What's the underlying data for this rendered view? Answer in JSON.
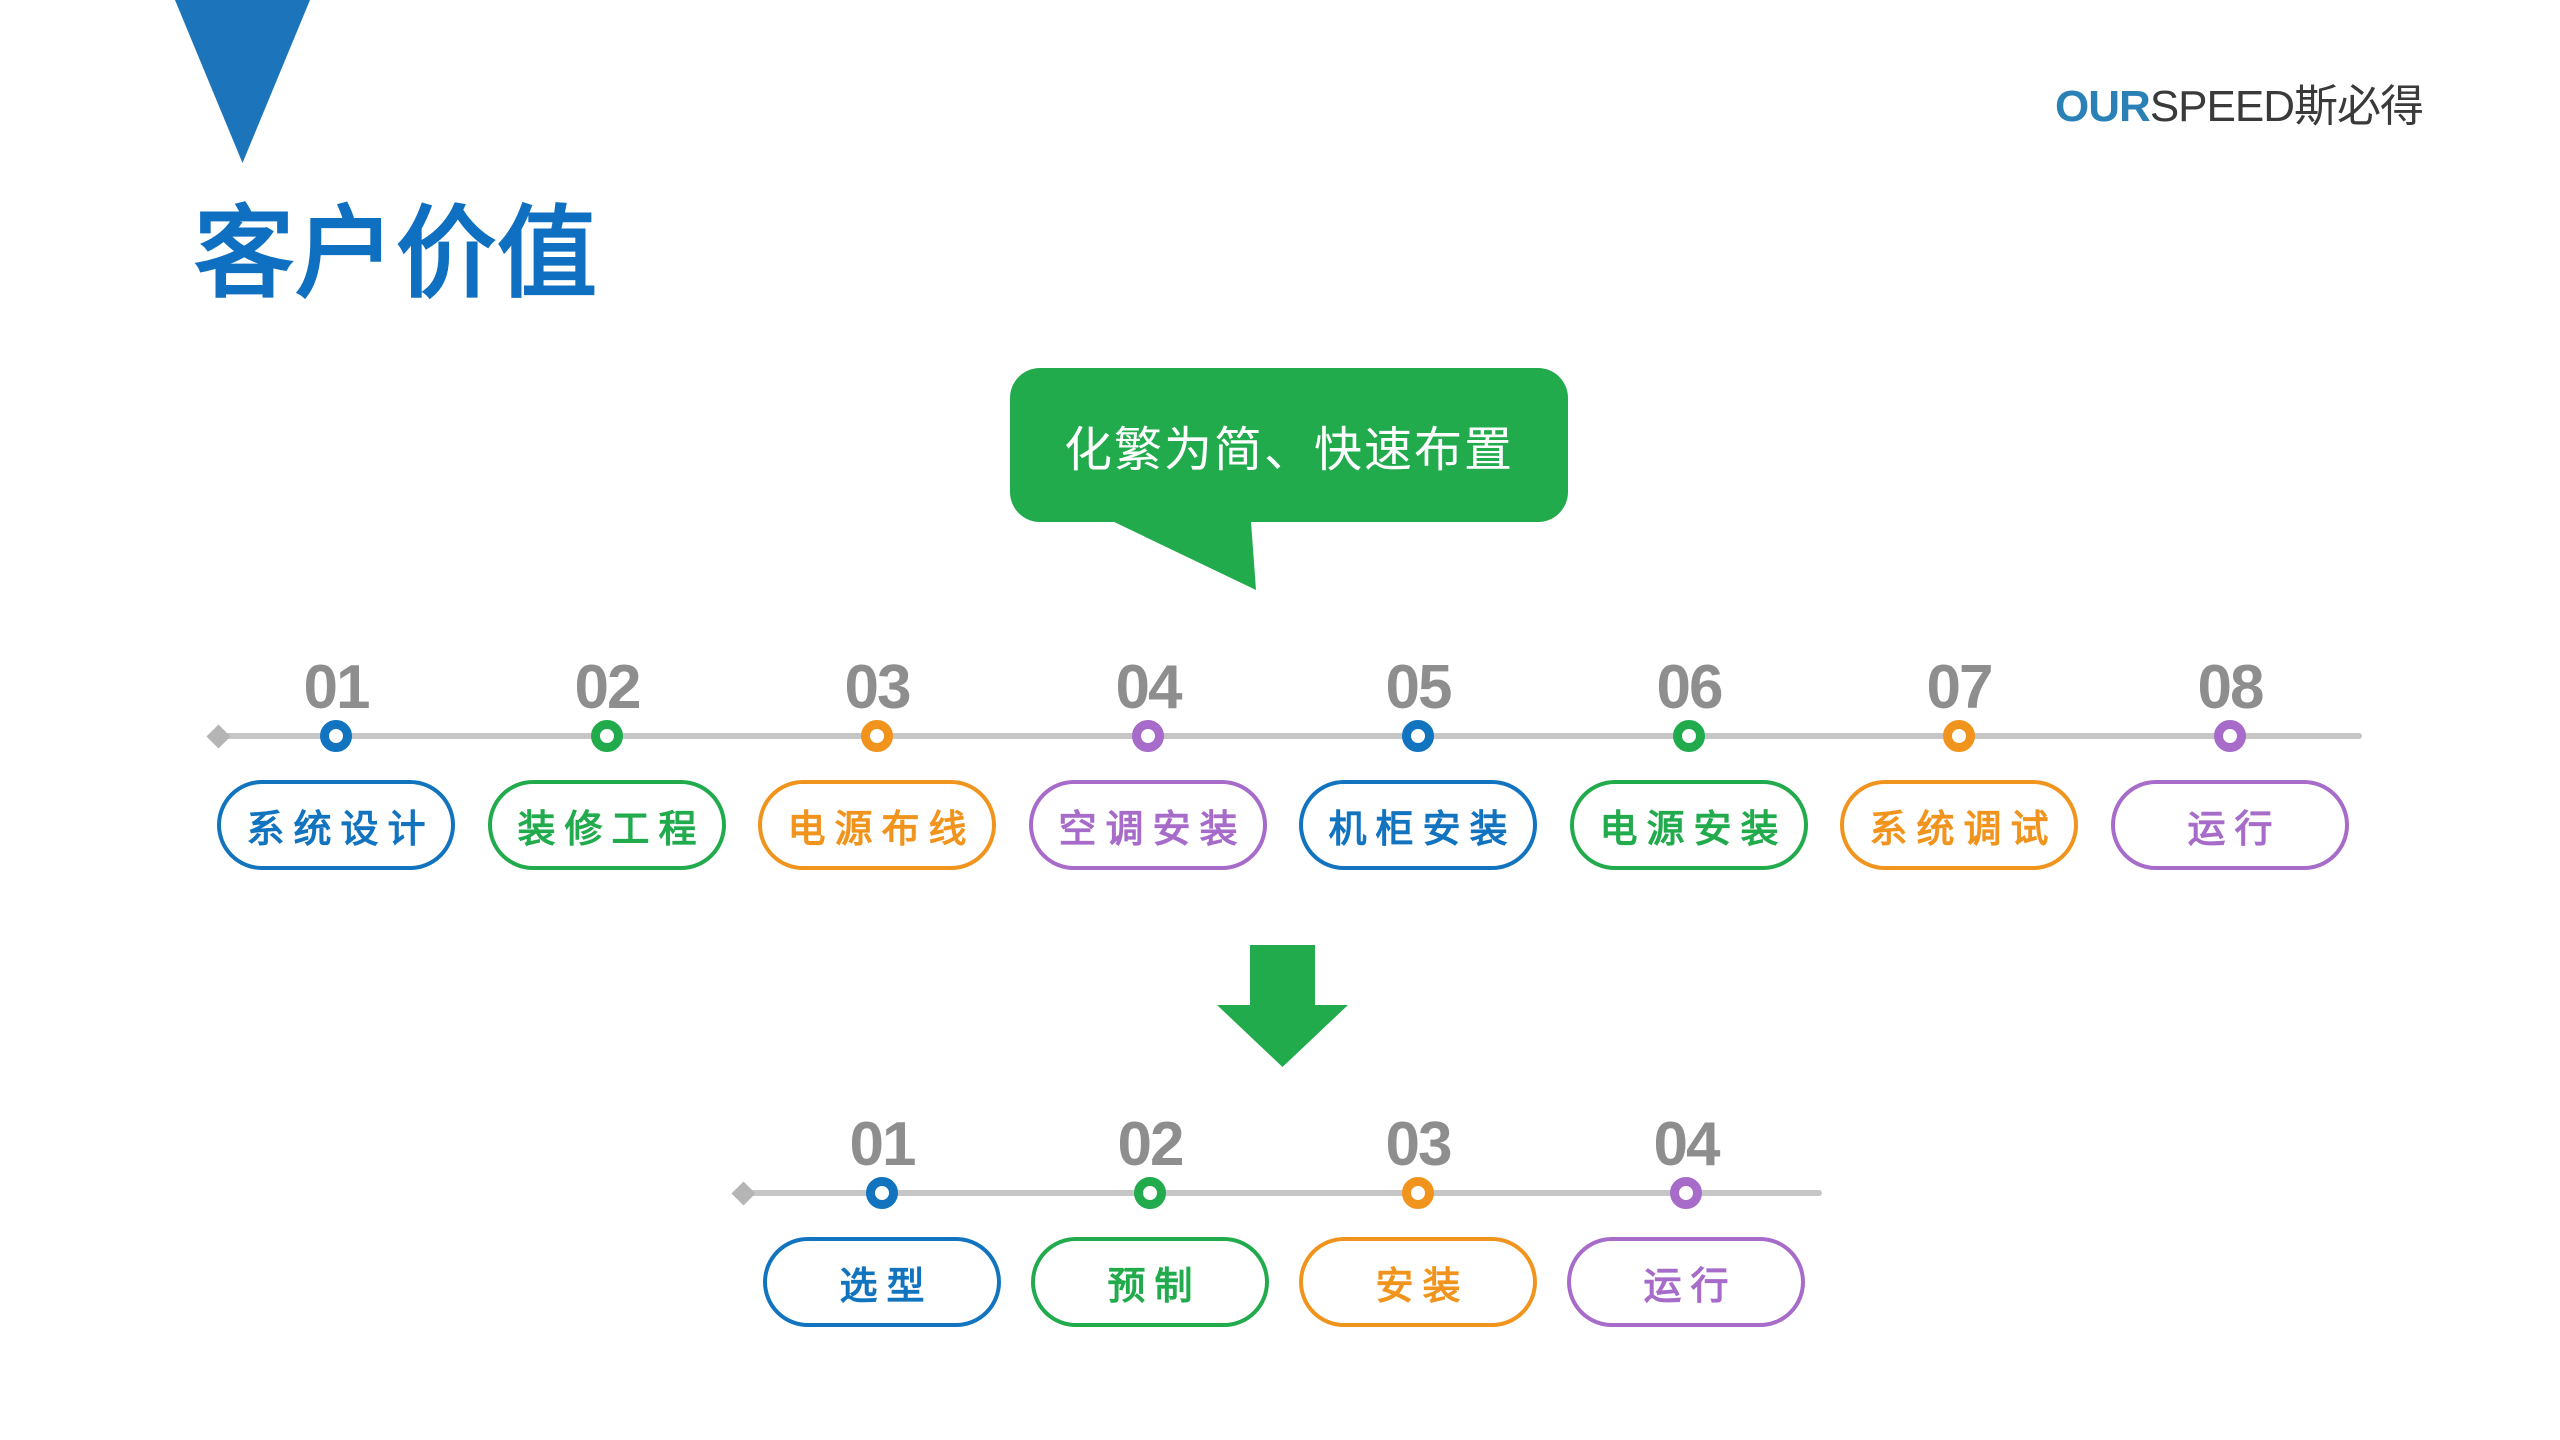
{
  "logo": {
    "prefix": "OUR",
    "suffix": "SPEED斯必得"
  },
  "title": "客户价值",
  "callout": {
    "text": "化繁为简、快速布置"
  },
  "palette": {
    "title_blue": "#0f6fc1",
    "triangle_blue": "#1c75bb",
    "logo_blue": "#2b81b6",
    "logo_dark": "#3a3a3a",
    "green": "#22ab4d",
    "blue": "#1273bf",
    "orange": "#f0941e",
    "purple": "#a76bc9",
    "number_gray": "#8e8e8e",
    "line_gray": "#c6c6c6"
  },
  "icons": {
    "corner": "triangle-down-icon",
    "between_timelines": "arrow-down-icon",
    "timeline_start": "diamond-icon",
    "step_marker": "ring-dot-icon"
  },
  "timelines": [
    {
      "name": "traditional-process",
      "steps": [
        {
          "num": "01",
          "label": "系统设计",
          "color": "blue"
        },
        {
          "num": "02",
          "label": "装修工程",
          "color": "green"
        },
        {
          "num": "03",
          "label": "电源布线",
          "color": "orange"
        },
        {
          "num": "04",
          "label": "空调安装",
          "color": "purple"
        },
        {
          "num": "05",
          "label": "机柜安装",
          "color": "blue"
        },
        {
          "num": "06",
          "label": "电源安装",
          "color": "green"
        },
        {
          "num": "07",
          "label": "系统调试",
          "color": "orange"
        },
        {
          "num": "08",
          "label": "运行",
          "color": "purple"
        }
      ]
    },
    {
      "name": "simplified-process",
      "steps": [
        {
          "num": "01",
          "label": "选型",
          "color": "blue"
        },
        {
          "num": "02",
          "label": "预制",
          "color": "green"
        },
        {
          "num": "03",
          "label": "安装",
          "color": "orange"
        },
        {
          "num": "04",
          "label": "运行",
          "color": "purple"
        }
      ]
    }
  ]
}
